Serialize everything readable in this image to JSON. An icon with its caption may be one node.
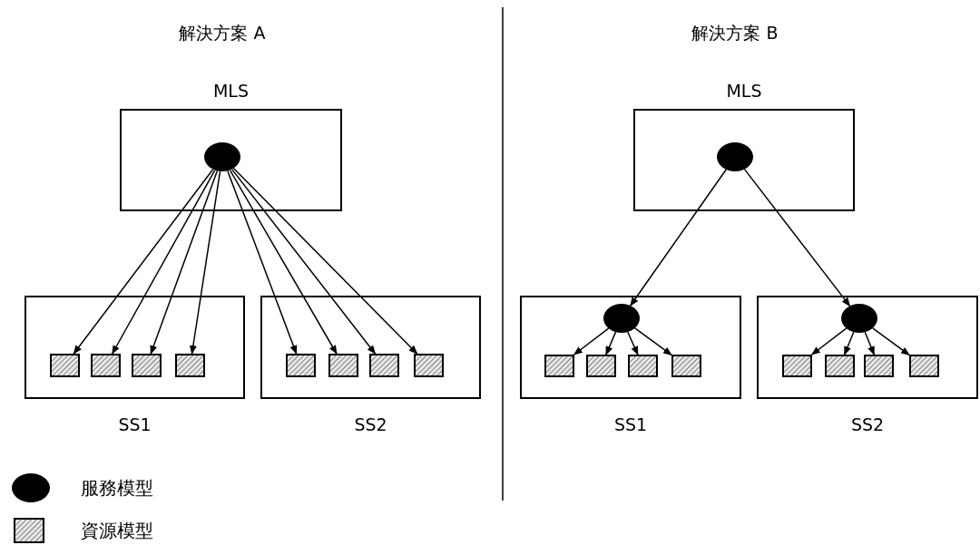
{
  "diagram": {
    "nodes": [
      {
        "text": [
          "MLS"
        ]
      },
      {
        "text": [],
        "shape": "circle",
        "in": 0
      },
      {
        "text": [
          "SS1"
        ]
      },
      {
        "text": [],
        "shape": "box",
        "in": 2
      },
      {
        "text": [],
        "shape": "box",
        "in": 2
      },
      {
        "text": [],
        "shape": "box",
        "in": 2
      },
      {
        "text": [],
        "shape": "box",
        "in": 2
      },
      {
        "text": [
          "SS2"
        ]
      },
      {
        "text": [],
        "shape": "box",
        "in": 7
      },
      {
        "text": [],
        "shape": "box",
        "in": 7
      },
      {
        "text": [],
        "shape": "box",
        "in": 7
      },
      {
        "text": [],
        "shape": "box",
        "in": 7
      },
      {
        "text": [
          "MLS"
        ]
      },
      {
        "text": [],
        "shape": "circle",
        "in": 12
      },
      {
        "text": [
          "SS1"
        ]
      },
      {
        "text": [],
        "shape": "circle",
        "in": 14
      },
      {
        "text": [],
        "shape": "box",
        "in": 14
      },
      {
        "text": [],
        "shape": "box",
        "in": 14
      },
      {
        "text": [],
        "shape": "box",
        "in": 14
      },
      {
        "text": [],
        "shape": "box",
        "in": 14
      },
      {
        "text": [
          "SS2"
        ]
      },
      {
        "text": [],
        "shape": "circle",
        "in": 20
      },
      {
        "text": [],
        "shape": "box",
        "in": 20
      },
      {
        "text": [],
        "shape": "box",
        "in": 20
      },
      {
        "text": [],
        "shape": "box",
        "in": 20
      },
      {
        "text": [],
        "shape": "box",
        "in": 20
      }
    ],
    "edges": [
      {
        "from": 1,
        "to": 3,
        "arrow": "to"
      },
      {
        "from": 1,
        "to": 4,
        "arrow": "to"
      },
      {
        "from": 1,
        "to": 5,
        "arrow": "to"
      },
      {
        "from": 1,
        "to": 6,
        "arrow": "to"
      },
      {
        "from": 1,
        "to": 8,
        "arrow": "to"
      },
      {
        "from": 1,
        "to": 9,
        "arrow": "to"
      },
      {
        "from": 1,
        "to": 10,
        "arrow": "to"
      },
      {
        "from": 1,
        "to": 11,
        "arrow": "to"
      },
      {
        "from": 13,
        "to": 15,
        "arrow": "to"
      },
      {
        "from": 13,
        "to": 21,
        "arrow": "to"
      },
      {
        "from": 15,
        "to": 16,
        "arrow": "to"
      },
      {
        "from": 15,
        "to": 17,
        "arrow": "to"
      },
      {
        "from": 15,
        "to": 18,
        "arrow": "to"
      },
      {
        "from": 15,
        "to": 19,
        "arrow": "to"
      },
      {
        "from": 21,
        "to": 22,
        "arrow": "to"
      },
      {
        "from": 21,
        "to": 23,
        "arrow": "to"
      },
      {
        "from": 21,
        "to": 24,
        "arrow": "to"
      },
      {
        "from": 21,
        "to": 25,
        "arrow": "to"
      }
    ],
    "labels": [
      "解決方案 A",
      "解決方案 B"
    ],
    "legend": [
      {
        "text": "服務模型"
      },
      {
        "text": "資源模型"
      }
    ]
  }
}
